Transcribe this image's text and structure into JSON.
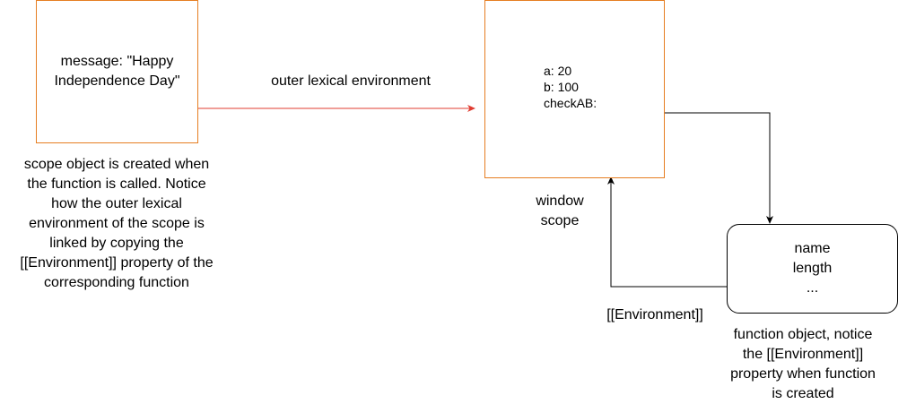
{
  "nodes": {
    "function_scope": {
      "lines": [
        "message: \"Happy",
        "Independence Day\""
      ]
    },
    "window_scope": {
      "lines": [
        "a: 20",
        "b: 100",
        "checkAB:"
      ]
    },
    "function_object": {
      "lines": [
        "name",
        "length",
        "..."
      ]
    }
  },
  "labels": {
    "outer_lexical_environment": "outer lexical environment",
    "window_scope": [
      "window",
      "scope"
    ],
    "environment_link": "[[Environment]]",
    "scope_note": [
      "scope object is created when",
      "the function is called. Notice",
      "how the outer lexical",
      "environment of the scope is",
      "linked by copying the",
      "[[Environment]] property of the",
      "corresponding function"
    ],
    "function_note": [
      "function object, notice",
      "the [[Environment]]",
      "property when function",
      "is created"
    ]
  },
  "colors": {
    "scope_border": "#e67e22",
    "outer_arrow": "#e03c31",
    "link_arrow": "#000000"
  }
}
